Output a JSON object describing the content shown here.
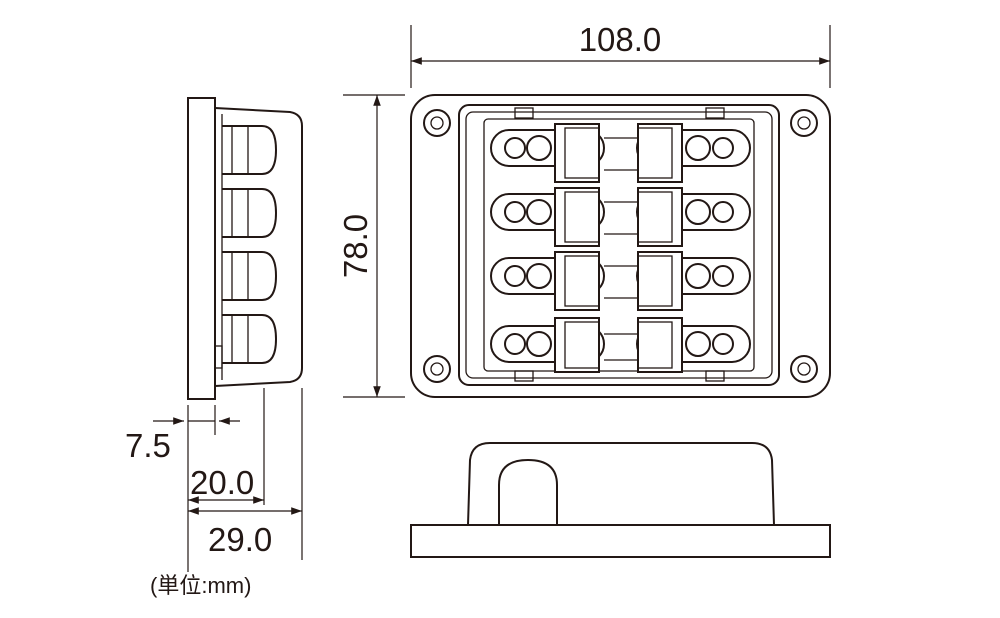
{
  "dimensions": {
    "width": "108.0",
    "height": "78.0",
    "flange": "7.5",
    "body_depth": "20.0",
    "total_depth": "29.0"
  },
  "unit_label": "(単位:mm)",
  "colors": {
    "line": "#231815",
    "background": "#ffffff"
  }
}
